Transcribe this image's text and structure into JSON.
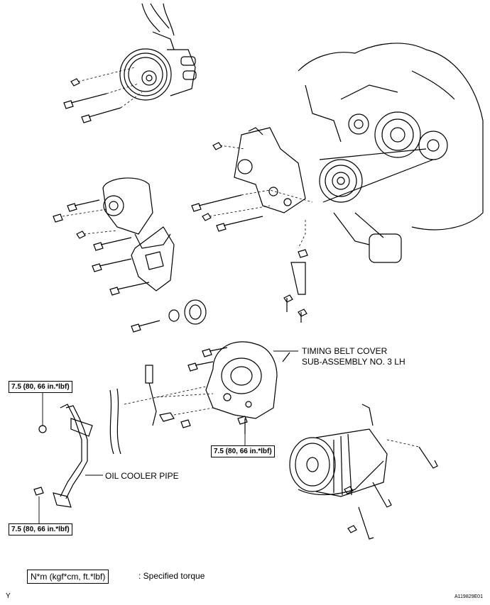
{
  "labels": {
    "timing_belt_cover_line1": "TIMING BELT COVER",
    "timing_belt_cover_line2": "SUB-ASSEMBLY NO. 3 LH",
    "oil_cooler_pipe": "OIL COOLER PIPE"
  },
  "torque_specs": {
    "spec_top_left": "7.5 (80, 66 in.*lbf)",
    "spec_bottom_left": "7.5 (80, 66 in.*lbf)",
    "spec_center": "7.5 (80, 66 in.*lbf)"
  },
  "legend": {
    "unit_box": "N*m (kgf*cm, ft.*lbf)",
    "description": ": Specified torque"
  },
  "footer": {
    "left_mark": "Y",
    "figure_id": "A119829E01"
  }
}
